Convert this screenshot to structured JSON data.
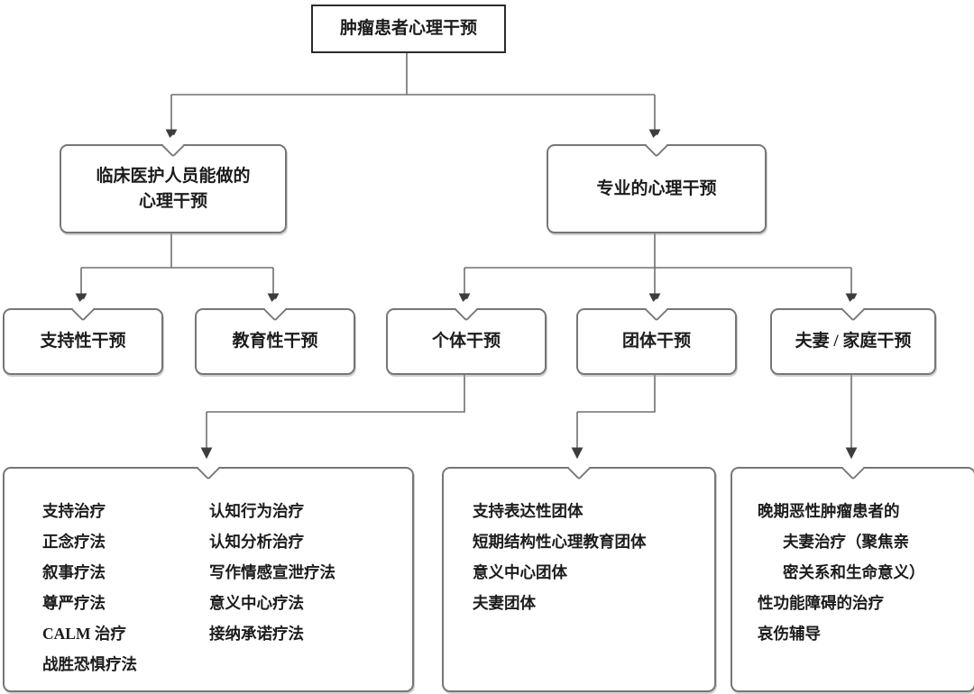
{
  "colors": {
    "connector_line": "#707070",
    "arrowhead": "#3d3d3d",
    "box_border": "#767676",
    "root_border": "#2b2b2b",
    "text": "#1c1c1c",
    "background": "#ffffff"
  },
  "root": {
    "label": "肿瘤患者心理干预"
  },
  "level2": {
    "clinical": {
      "line1": "临床医护人员能做的",
      "line2": "心理干预"
    },
    "professional": {
      "label": "专业的心理干预"
    }
  },
  "level3": {
    "supportive": "支持性干预",
    "educational": "教育性干预",
    "individual": "个体干预",
    "group": "团体干预",
    "couple_family": "夫妻 / 家庭干预"
  },
  "individual_methods": {
    "col1": [
      "支持治疗",
      "正念疗法",
      "叙事疗法",
      "尊严疗法",
      "CALM 治疗",
      "战胜恐惧疗法"
    ],
    "col2": [
      "认知行为治疗",
      "认知分析治疗",
      "写作情感宣泄疗法",
      "意义中心疗法",
      "接纳承诺疗法"
    ]
  },
  "group_methods": [
    "支持表达性团体",
    "短期结构性心理教育团体",
    "意义中心团体",
    "夫妻团体"
  ],
  "couple_family_methods": [
    {
      "text": "晚期恶性肿瘤患者的",
      "indent": false
    },
    {
      "text": "夫妻治疗（聚焦亲",
      "indent": true
    },
    {
      "text": "密关系和生命意义）",
      "indent": true
    },
    {
      "text": "性功能障碍的治疗",
      "indent": false
    },
    {
      "text": "哀伤辅导",
      "indent": false
    }
  ]
}
